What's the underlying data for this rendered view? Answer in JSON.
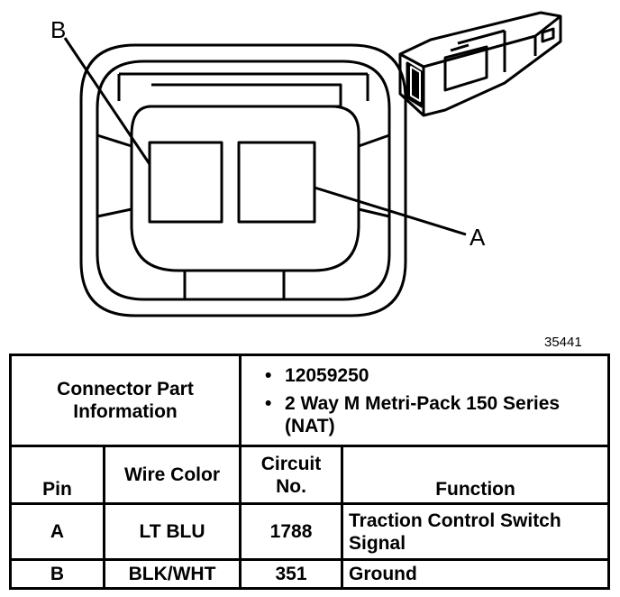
{
  "diagram": {
    "labels": {
      "pin_b": "B",
      "pin_a": "A"
    },
    "figure_number": "35441"
  },
  "table": {
    "part_info_label": "Connector Part Information",
    "part_info_items": [
      "12059250",
      "2 Way M Metri-Pack 150 Series (NAT)"
    ],
    "headers": {
      "pin": "Pin",
      "wire_color": "Wire Color",
      "circuit": "Circuit No.",
      "function": "Function"
    },
    "rows": [
      {
        "pin": "A",
        "wire_color": "LT BLU",
        "circuit": "1788",
        "function": "Traction Control Switch Signal"
      },
      {
        "pin": "B",
        "wire_color": "BLK/WHT",
        "circuit": "351",
        "function": "Ground"
      }
    ]
  }
}
